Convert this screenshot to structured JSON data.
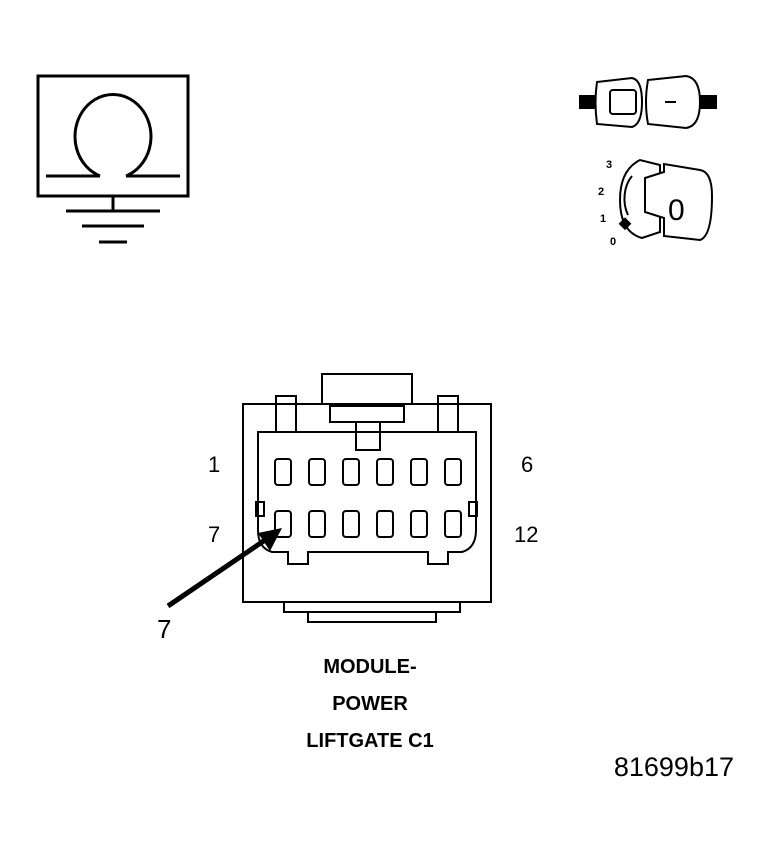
{
  "ignition_switch": {
    "positions": [
      "3",
      "2",
      "1",
      "0"
    ],
    "key_label": "0"
  },
  "connector": {
    "left_labels": [
      "1",
      "7"
    ],
    "right_labels": [
      "6",
      "12"
    ],
    "pointer_label": "7",
    "title_lines": [
      "MODULE-",
      "POWER",
      "LIFTGATE C1"
    ]
  },
  "figure_id": "81699b17"
}
